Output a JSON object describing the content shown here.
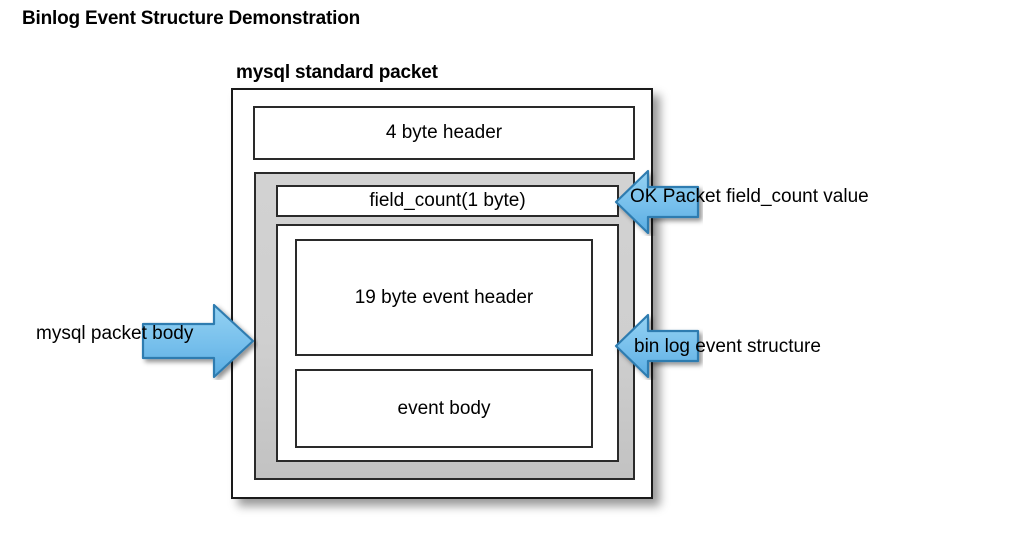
{
  "title": "Binlog Event Structure Demonstration",
  "diagram": {
    "packet_label": "mysql standard packet",
    "boxes": {
      "header": "4 byte header",
      "field_count": "field_count(1 byte)",
      "event_header": "19 byte event header",
      "event_body": "event body"
    },
    "annotations": {
      "packet_body": "mysql packet body",
      "ok_packet": "OK Packet field_count value",
      "bin_log": "bin log event structure"
    },
    "colors": {
      "arrow_fill_top": "#8ccdf0",
      "arrow_fill_bottom": "#5fb0e4",
      "arrow_stroke": "#2f7cb0",
      "body_fill": "#cfcfcf",
      "box_stroke": "#2a2a2a",
      "background": "#ffffff"
    }
  }
}
